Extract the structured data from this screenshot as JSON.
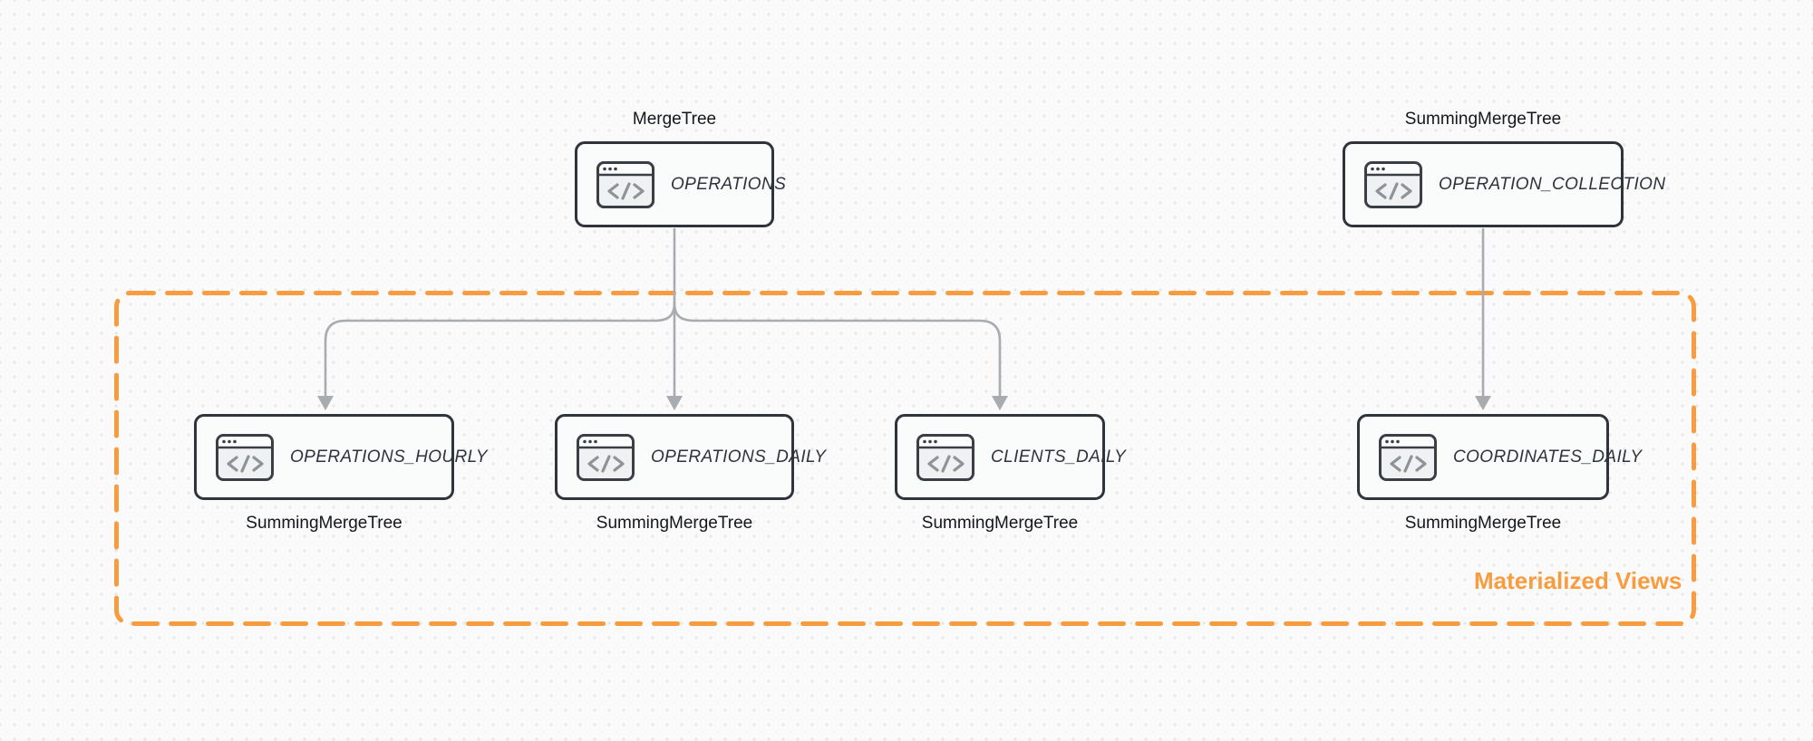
{
  "canvas": {
    "background": "#FAFAFB",
    "dot_color": "#E3E3E7"
  },
  "colors": {
    "accent_orange": "#F89D3F",
    "arrow_gray": "#A8ABAF",
    "node_border": "#2F343B",
    "node_fill": "#FAFBFB",
    "text_dark": "#14171B",
    "table_text": "#2E343B",
    "icon_stroke": "#3A3F46",
    "icon_glyph": "#8E9398"
  },
  "group": {
    "label": "Materialized Views"
  },
  "nodes": [
    {
      "id": "operations",
      "table": "OPERATIONS",
      "engine": "MergeTree",
      "engine_position": "top",
      "icon": "code-window-icon"
    },
    {
      "id": "operation_collection",
      "table": "OPERATION_COLLECTION",
      "engine": "SummingMergeTree",
      "engine_position": "top",
      "icon": "code-window-icon"
    },
    {
      "id": "operations_hourly",
      "table": "OPERATIONS_HOURLY",
      "engine": "SummingMergeTree",
      "engine_position": "bottom",
      "icon": "code-window-icon"
    },
    {
      "id": "operations_daily",
      "table": "OPERATIONS_DAILY",
      "engine": "SummingMergeTree",
      "engine_position": "bottom",
      "icon": "code-window-icon"
    },
    {
      "id": "clients_daily",
      "table": "CLIENTS_DAILY",
      "engine": "SummingMergeTree",
      "engine_position": "bottom",
      "icon": "code-window-icon"
    },
    {
      "id": "coordinates_daily",
      "table": "COORDINATES_DAILY",
      "engine": "SummingMergeTree",
      "engine_position": "bottom",
      "icon": "code-window-icon"
    }
  ],
  "edges": [
    {
      "from": "OPERATIONS",
      "to": "OPERATIONS_HOURLY"
    },
    {
      "from": "OPERATIONS",
      "to": "OPERATIONS_DAILY"
    },
    {
      "from": "OPERATIONS",
      "to": "CLIENTS_DAILY"
    },
    {
      "from": "OPERATION_COLLECTION",
      "to": "COORDINATES_DAILY"
    }
  ]
}
